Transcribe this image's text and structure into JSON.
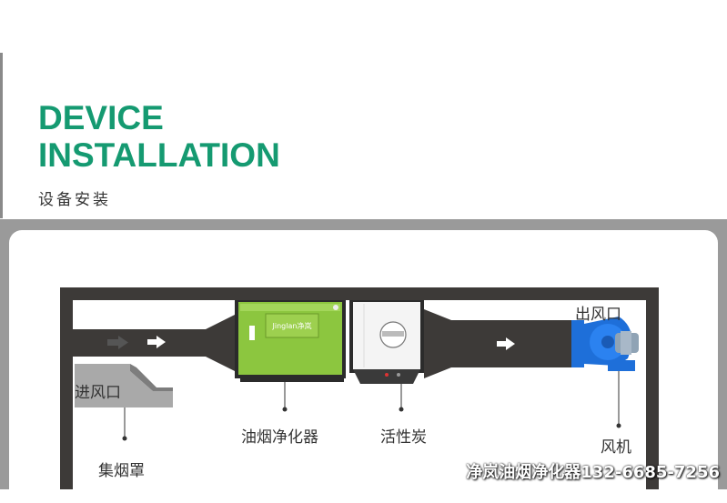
{
  "header": {
    "title_line1": "DEVICE",
    "title_line2": "INSTALLATION",
    "subtitle": "设备安装"
  },
  "diagram": {
    "labels": {
      "inlet": "进风口",
      "hood": "集烟罩",
      "purifier": "油烟净化器",
      "carbon": "活性炭",
      "outlet": "出风口",
      "fan": "风机"
    },
    "purifier_brand": "Jinglan净岚"
  },
  "watermark": "净岚油烟净化器132-6685-7256",
  "colors": {
    "accent_green": "#159a71",
    "duct": "#3d3a38",
    "purifier_green": "#8cc63f",
    "fan_blue": "#1e6fd9"
  }
}
